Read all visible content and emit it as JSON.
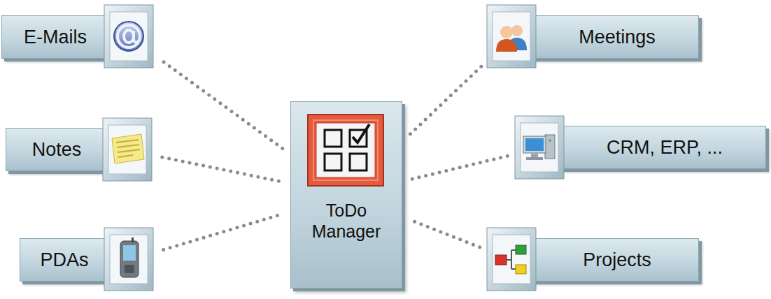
{
  "diagram": {
    "nodes": [
      {
        "text": [
          "E-Mails"
        ]
      },
      {
        "text": [
          "Meetings"
        ]
      },
      {
        "text": [
          "Notes"
        ]
      },
      {
        "text": [
          "ToDo Manager"
        ]
      },
      {
        "text": [
          "CRM, ERP, ..."
        ]
      },
      {
        "text": [
          "PDAs"
        ]
      },
      {
        "text": [
          "Projects"
        ]
      }
    ],
    "edges": [
      {
        "from": 0,
        "to": 3,
        "arrow": "none"
      },
      {
        "from": 1,
        "to": 3,
        "arrow": "none"
      },
      {
        "from": 2,
        "to": 3,
        "arrow": "none"
      },
      {
        "from": 4,
        "to": 3,
        "arrow": "none"
      },
      {
        "from": 5,
        "to": 3,
        "arrow": "none"
      },
      {
        "from": 6,
        "to": 3,
        "arrow": "none"
      }
    ]
  }
}
